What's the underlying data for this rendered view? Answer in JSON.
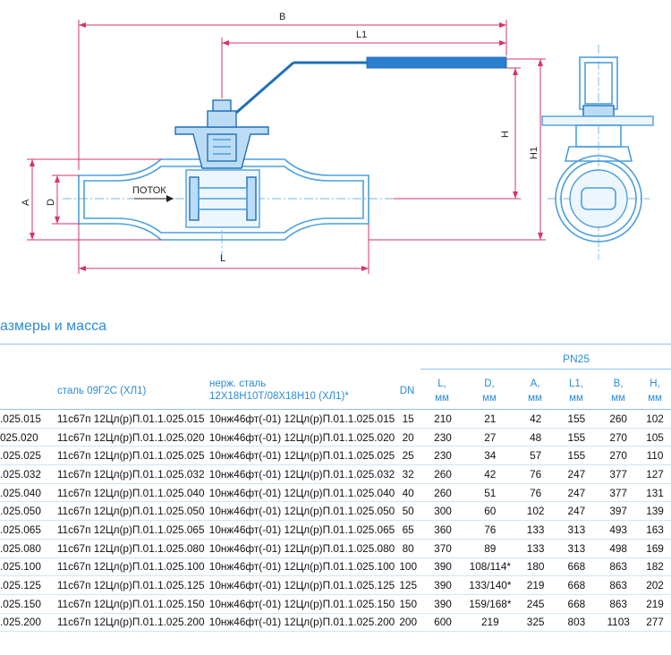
{
  "drawing": {
    "labels": {
      "B": "B",
      "L1": "L1",
      "H": "H",
      "H1": "H1",
      "A": "A",
      "D": "D",
      "L": "L",
      "flow": "ПОТОК"
    }
  },
  "section_title": "азмеры и масса",
  "table": {
    "pressure_group": "PN25",
    "headers": {
      "steel": "сталь 09Г2С (ХЛ1)",
      "stainless_1": "нерж. сталь",
      "stainless_2": "12Х18Н10Т/08Х18Н10 (ХЛ1)*",
      "dn": "DN",
      "l_1": "L,",
      "l_2": "мм",
      "d_1": "D,",
      "d_2": "мм",
      "a_1": "A,",
      "a_2": "мм",
      "l1_1": "L1,",
      "l1_2": "мм",
      "b_1": "B,",
      "b_2": "мм",
      "h_1": "H,",
      "h_2": "мм"
    },
    "rows": [
      [
        ".025.015",
        "11с67п 12Цл(р)П.01.1.025.015",
        "10нж46фт(-01) 12Цл(р)П.01.1.025.015",
        "15",
        "210",
        "21",
        "42",
        "155",
        "260",
        "102"
      ],
      [
        "025.020",
        "11с67п 12Цл(р)П.01.1.025.020",
        "10нж46фт(-01) 12Цл(р)П.01.1.025.020",
        "20",
        "230",
        "27",
        "48",
        "155",
        "270",
        "105"
      ],
      [
        ".025.025",
        "11с67п 12Цл(р)П.01.1.025.025",
        "10нж46фт(-01) 12Цл(р)П.01.1.025.025",
        "25",
        "230",
        "34",
        "57",
        "155",
        "270",
        "110"
      ],
      [
        ".025.032",
        "11с67п 12Цл(р)П.01.1.025.032",
        "10нж46фт(-01) 12Цл(р)П.01.1.025.032",
        "32",
        "260",
        "42",
        "76",
        "247",
        "377",
        "127"
      ],
      [
        ".025.040",
        "11с67п 12Цл(р)П.01.1.025.040",
        "10нж46фт(-01) 12Цл(р)П.01.1.025.040",
        "40",
        "260",
        "51",
        "76",
        "247",
        "377",
        "131"
      ],
      [
        ".025.050",
        "11с67п 12Цл(р)П.01.1.025.050",
        "10нж46фт(-01) 12Цл(р)П.01.1.025.050",
        "50",
        "300",
        "60",
        "102",
        "247",
        "397",
        "139"
      ],
      [
        ".025.065",
        "11с67п 12Цл(р)П.01.1.025.065",
        "10нж46фт(-01) 12Цл(р)П.01.1.025.065",
        "65",
        "360",
        "76",
        "133",
        "313",
        "493",
        "163"
      ],
      [
        ".025.080",
        "11с67п 12Цл(р)П.01.1.025.080",
        "10нж46фт(-01) 12Цл(р)П.01.1.025.080",
        "80",
        "370",
        "89",
        "133",
        "313",
        "498",
        "169"
      ],
      [
        ".025.100",
        "11с67п 12Цл(р)П.01.1.025.100",
        "10нж46фт(-01) 12Цл(р)П.01.1.025.100",
        "100",
        "390",
        "108/114*",
        "180",
        "668",
        "863",
        "182"
      ],
      [
        ".025.125",
        "11с67п 12Цл(р)П.01.1.025.125",
        "10нж46фт(-01) 12Цл(р)П.01.1.025.125",
        "125",
        "390",
        "133/140*",
        "219",
        "668",
        "863",
        "202"
      ],
      [
        ".025.150",
        "11с67п 12Цл(р)П.01.1.025.150",
        "10нж46фт(-01) 12Цл(р)П.01.1.025.150",
        "150",
        "390",
        "159/168*",
        "245",
        "668",
        "863",
        "219"
      ],
      [
        ".025.200",
        "11с67п 12Цл(р)П.01.1.025.200",
        "10нж46фт(-01) 12Цл(р)П.01.1.025.200",
        "200",
        "600",
        "219",
        "325",
        "803",
        "1103",
        "277"
      ]
    ]
  }
}
